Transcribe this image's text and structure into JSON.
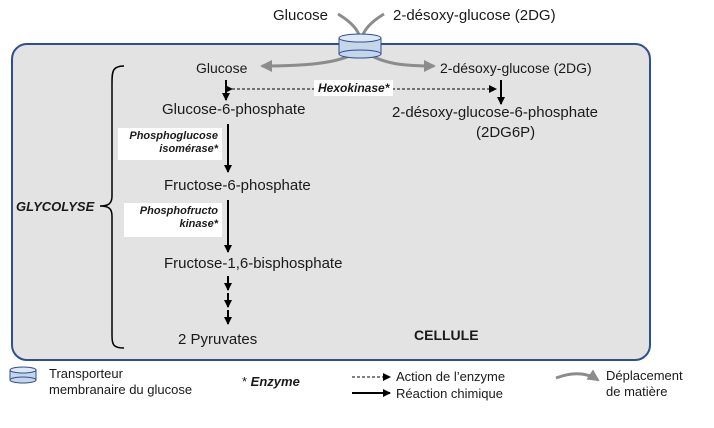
{
  "top": {
    "glucose": "Glucose",
    "dg": "2-désoxy-glucose (2DG)"
  },
  "cell": {
    "glucose": "Glucose",
    "dg": "2-désoxy-glucose (2DG)",
    "hexokinase": "Hexokinase*",
    "g6p": "Glucose-6-phosphate",
    "dg6p_line1": "2-désoxy-glucose-6-phosphate",
    "dg6p_line2": "(2DG6P)",
    "pgi_line1": "Phosphoglucose",
    "pgi_line2": "isomérase*",
    "f6p": "Fructose-6-phosphate",
    "pfk_line1": "Phosphofructo",
    "pfk_line2": "kinase*",
    "f16bp": "Fructose-1,6-bisphosphate",
    "pyruvates": "2 Pyruvates",
    "cellule": "CELLULE",
    "glycolyse": "GLYCOLYSE"
  },
  "legend": {
    "transporter_line1": "Transporteur",
    "transporter_line2": "membranaire du glucose",
    "enzyme_prefix": "* ",
    "enzyme_label": "Enzyme",
    "action": "Action de l’enzyme",
    "reaction": "Réaction chimique",
    "movement_line1": "Déplacement",
    "movement_line2": "de matière"
  },
  "colors": {
    "cell_border": "#2f4f8f",
    "cell_fill": "#e3e3e3",
    "grey_arrow": "#8c8c8c",
    "transporter": "#c5d6ea"
  }
}
